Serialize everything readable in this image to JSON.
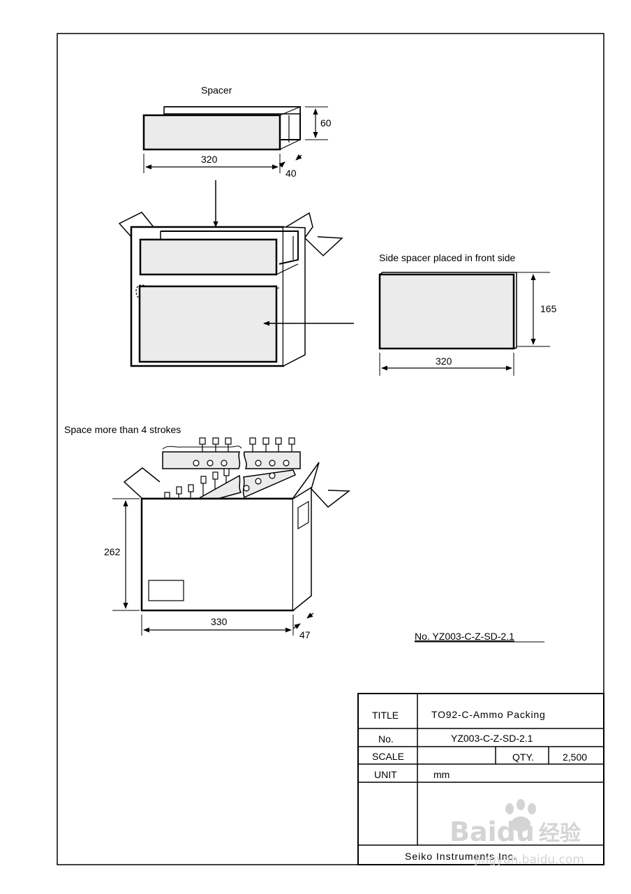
{
  "labels": {
    "spacer": "Spacer",
    "side_spacer_caption": "Side spacer placed in front side",
    "space_strokes": "Space more than 4 strokes",
    "doc_number_ref": "No. YZ003-C-Z-SD-2.1"
  },
  "dimensions": {
    "spacer_height": "60",
    "spacer_length": "320",
    "spacer_depth": "40",
    "side_spacer_height": "165",
    "side_spacer_length": "320",
    "box_height": "262",
    "box_length": "330",
    "box_depth": "47"
  },
  "title_block": {
    "title_label": "TITLE",
    "title_value": "TO92-C-Ammo Packing",
    "no_label": "No.",
    "no_value": "YZ003-C-Z-SD-2.1",
    "scale_label": "SCALE",
    "scale_value": "",
    "qty_label": "QTY.",
    "qty_value": "2,500",
    "unit_label": "UNIT",
    "unit_value": "mm",
    "company": "Seiko Instruments Inc."
  },
  "watermark": {
    "brand": "Baidu",
    "cn_text": "经验",
    "url": "jingyan.baidu.com"
  },
  "colors": {
    "line": "#000000",
    "panel_fill": "#ebebeb",
    "background": "#ffffff",
    "watermark": "#d0d0d0"
  }
}
